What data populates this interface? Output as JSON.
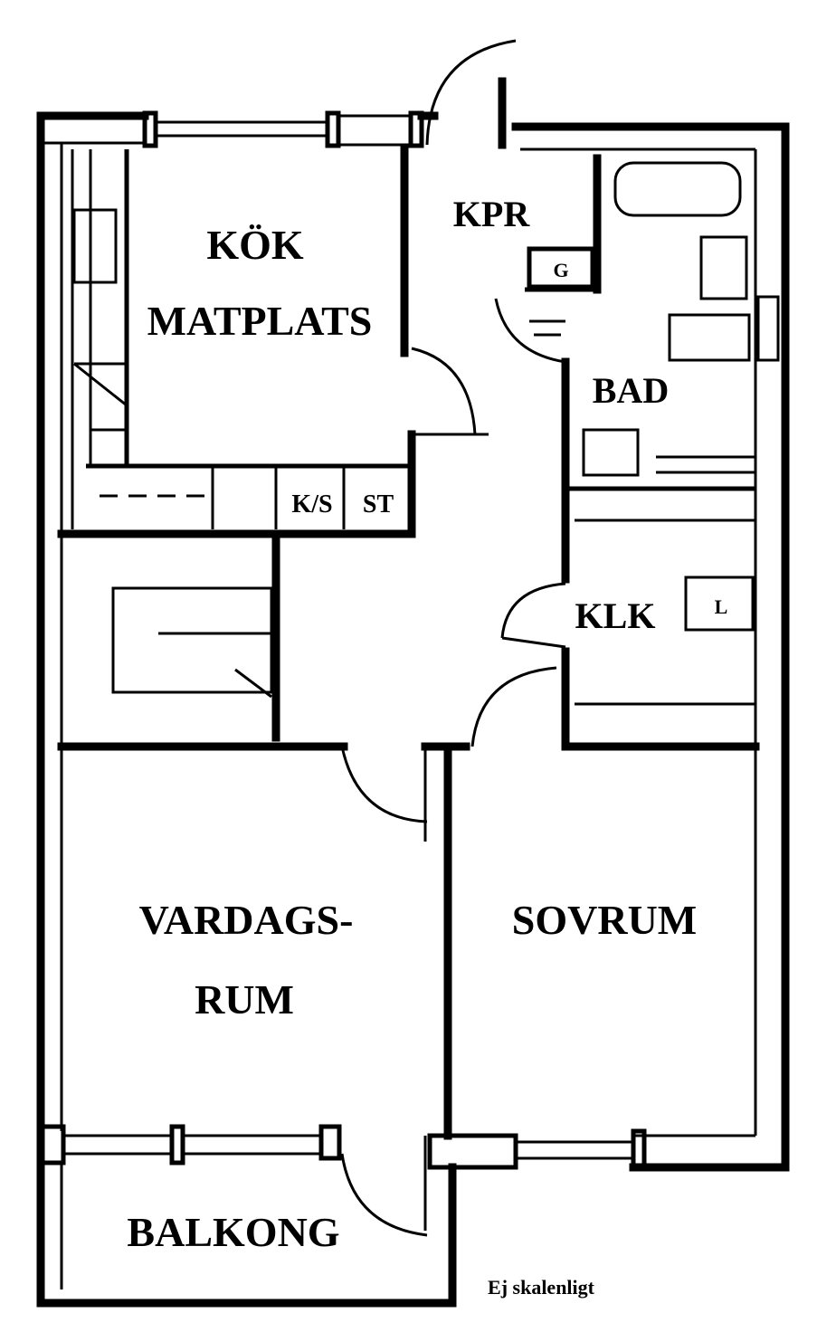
{
  "rooms": {
    "kitchen": "KÖK",
    "dining": "MATPLATS",
    "hall": "KPR",
    "bath": "BAD",
    "dryer": "G",
    "closet": "KLK",
    "linen": "L",
    "fridge": "K/S",
    "stove": "ST",
    "living1": "VARDAGS-",
    "living2": "RUM",
    "bedroom": "SOVRUM",
    "balcony": "BALKONG"
  },
  "note": "Ej skalenligt"
}
